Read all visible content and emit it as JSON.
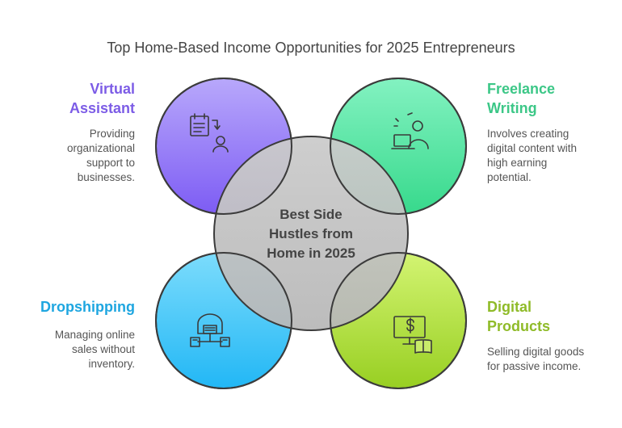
{
  "title": "Top Home-Based Income Opportunities for 2025 Entrepreneurs",
  "center": {
    "lines": [
      "Best Side",
      "Hustles from",
      "Home in 2025"
    ]
  },
  "items": [
    {
      "heading_lines": [
        "Virtual",
        "Assistant"
      ],
      "desc_lines": [
        "Providing",
        "organizational",
        "support to",
        "businesses."
      ],
      "icon": "task-checklist-icon",
      "color": "#7c5ce6"
    },
    {
      "heading_lines": [
        "Freelance",
        "Writing"
      ],
      "desc_lines": [
        "Involves creating",
        "digital content with",
        "high earning",
        "potential."
      ],
      "icon": "writer-laptop-icon",
      "color": "#3cc787"
    },
    {
      "heading_lines": [
        "Dropshipping"
      ],
      "desc_lines": [
        "Managing online",
        "sales without",
        "inventory."
      ],
      "icon": "warehouse-network-icon",
      "color": "#1ea6e0"
    },
    {
      "heading_lines": [
        "Digital",
        "Products"
      ],
      "desc_lines": [
        "Selling digital goods",
        "for passive income."
      ],
      "icon": "dollar-monitor-book-icon",
      "color": "#8fbb28"
    }
  ]
}
